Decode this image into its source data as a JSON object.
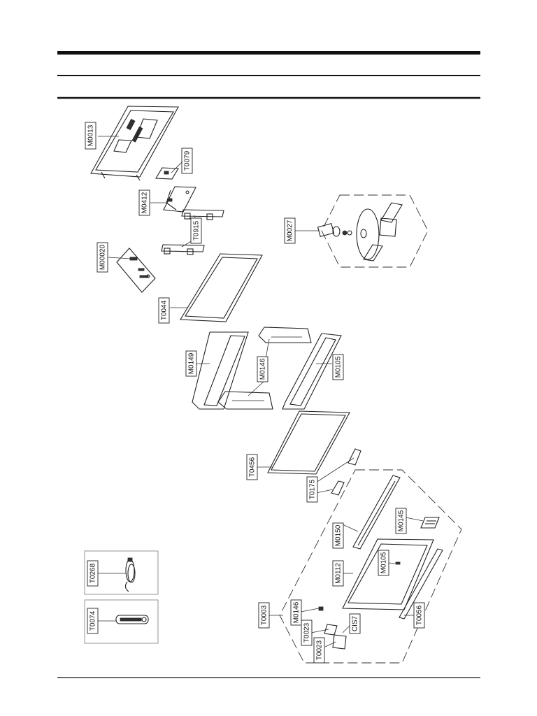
{
  "labels": {
    "m0013": "M0013",
    "t0079": "T0079",
    "m0412": "M0412",
    "t0915": "T0915",
    "m00020": "M00020",
    "t0044": "T0044",
    "m0027": "M0027",
    "m0149": "M0149",
    "m0146_a": "M0146",
    "m0105_a": "M0105",
    "t0456": "T0456",
    "t0175": "T0175",
    "m0150": "M0150",
    "m0145": "M0145",
    "m0112": "M0112",
    "m0105_b": "M0105",
    "t0003": "T0003",
    "m0146_b": "M0146",
    "t0023_a": "T0023",
    "cis7": "CIS7",
    "t0023_b": "T0023",
    "t0056": "T0056",
    "t0268": "T0268",
    "t0074": "T0074"
  }
}
